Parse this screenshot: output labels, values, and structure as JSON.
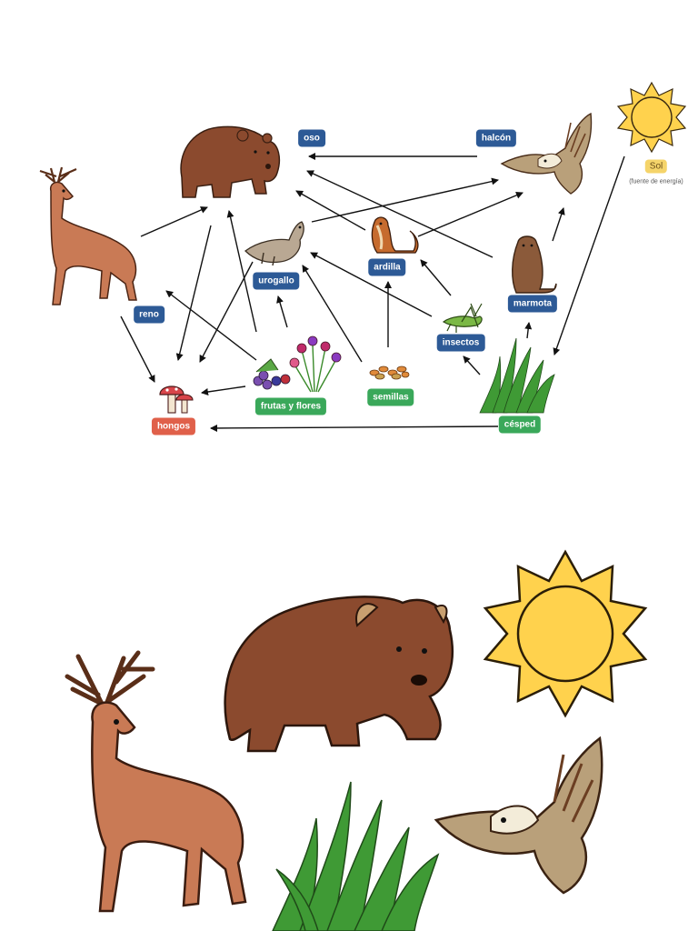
{
  "labels": {
    "oso": "oso",
    "halcon": "halcón",
    "sol": "Sol",
    "sol_note": "(fuente de energía)",
    "reno": "reno",
    "urogallo": "urogallo",
    "ardilla": "ardilla",
    "marmota": "marmota",
    "insectos": "insectos",
    "hongos": "hongos",
    "frutas": "frutas y flores",
    "semillas": "semillas",
    "cesped": "césped"
  },
  "colors": {
    "consumer_tag": "#2d5a96",
    "producer_tag": "#3aa85a",
    "decomposer_tag": "#e0604a",
    "energy_tag": "#f5d46a",
    "bear": "#8b4a2e",
    "deer": "#c97a55",
    "grass": "#3f9a35",
    "sun": "#ffd24d"
  },
  "icons": [
    "bear-icon",
    "hawk-icon",
    "sun-icon",
    "deer-icon",
    "grouse-icon",
    "squirrel-icon",
    "marmot-icon",
    "grasshopper-icon",
    "mushroom-icon",
    "berries-flowers-icon",
    "seeds-icon",
    "grass-icon"
  ]
}
